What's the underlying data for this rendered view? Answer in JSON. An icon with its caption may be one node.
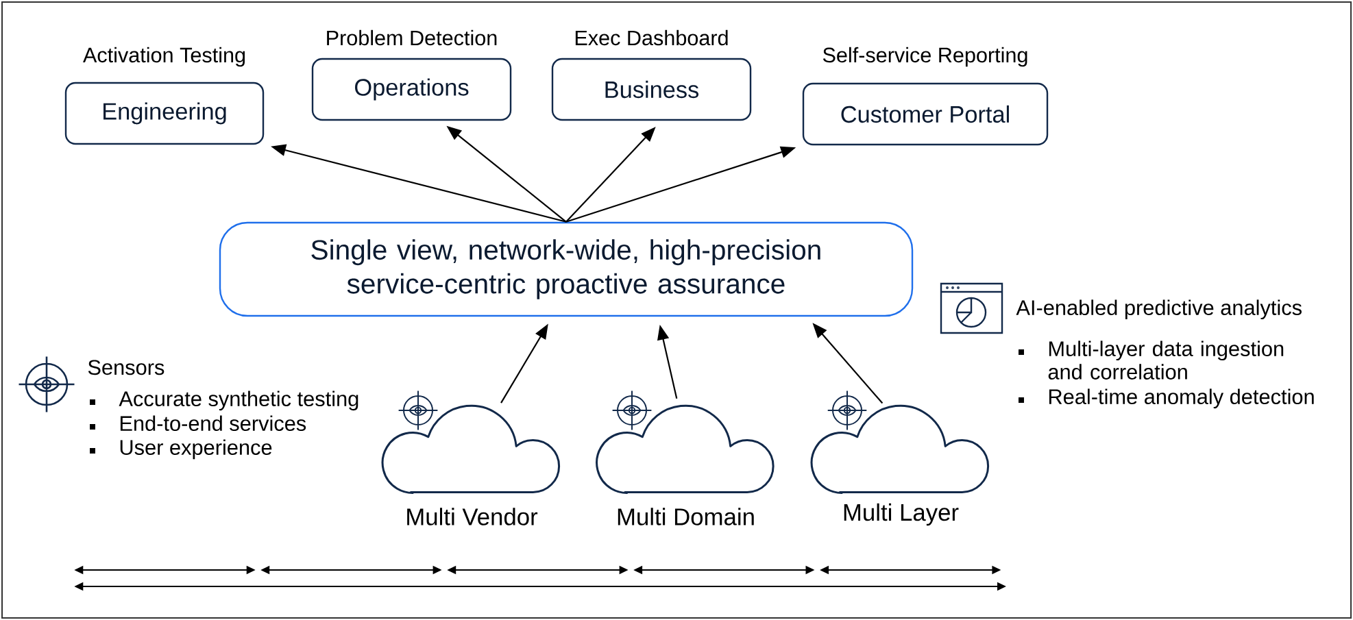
{
  "diagram": {
    "nodes": [
      {
        "text": [
          "Activation Testing",
          "Engineering"
        ]
      },
      {
        "text": [
          "Problem Detection",
          "Operations"
        ]
      },
      {
        "text": [
          "Exec Dashboard",
          "Business"
        ]
      },
      {
        "text": [
          "Self-service Reporting",
          "Customer Portal"
        ]
      },
      {
        "text": [
          "Single view, network-wide, high-precision service-centric proactive assurance"
        ]
      },
      {
        "text": [],
        "shape": "cloud",
        "beside": [
          "Multi Vendor"
        ]
      },
      {
        "text": [],
        "shape": "cloud",
        "beside": [
          "Multi Domain"
        ]
      },
      {
        "text": [],
        "shape": "cloud",
        "beside": [
          "Multi Layer"
        ]
      }
    ],
    "edges": [
      {
        "from": 4,
        "to": 0,
        "arrow": "to"
      },
      {
        "from": 4,
        "to": 1,
        "arrow": "to"
      },
      {
        "from": 4,
        "to": 2,
        "arrow": "to"
      },
      {
        "from": 4,
        "to": 3,
        "arrow": "to"
      },
      {
        "from": 5,
        "to": 4,
        "arrow": "to"
      },
      {
        "from": 6,
        "to": 4,
        "arrow": "to"
      },
      {
        "from": 7,
        "to": 4,
        "arrow": "to"
      }
    ],
    "labels": [
      "Sensors",
      "Accurate synthetic testing",
      "End-to-end services",
      "User experience",
      "AI-enabled predictive analytics",
      "Multi-layer data ingestion and correlation",
      "Real-time anomaly detection"
    ]
  }
}
